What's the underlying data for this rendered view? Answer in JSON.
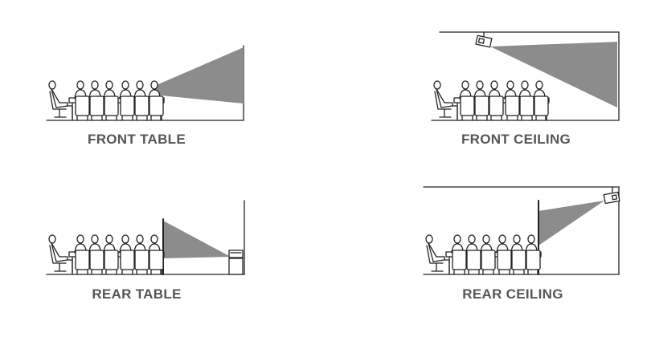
{
  "colors": {
    "beam": "#8c8c8c",
    "line": "#222222",
    "caption": "#555555",
    "background": "#ffffff"
  },
  "modes": [
    {
      "id": "front-table",
      "label": "FRONT TABLE",
      "projector": "table",
      "position": "front"
    },
    {
      "id": "front-ceiling",
      "label": "FRONT CEILING",
      "projector": "ceiling",
      "position": "front"
    },
    {
      "id": "rear-table",
      "label": "REAR TABLE",
      "projector": "table",
      "position": "rear"
    },
    {
      "id": "rear-ceiling",
      "label": "REAR CEILING",
      "projector": "ceiling",
      "position": "rear"
    }
  ]
}
